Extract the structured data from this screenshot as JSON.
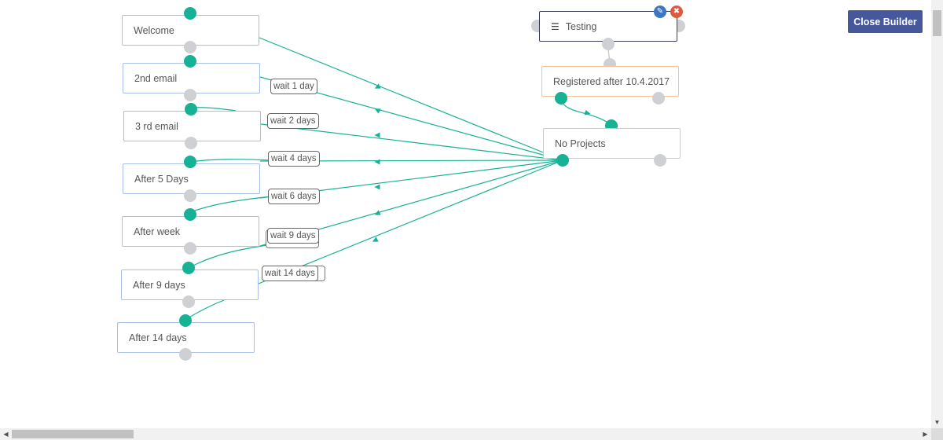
{
  "toolbar": {
    "close_label": "Close Builder"
  },
  "source_node": {
    "label": "Testing",
    "icon": "list-icon"
  },
  "filter_nodes": [
    {
      "label": "Registered after 10.4.2017"
    },
    {
      "label": "No Projects"
    }
  ],
  "email_nodes": [
    {
      "label": "Welcome"
    },
    {
      "label": "2nd email"
    },
    {
      "label": "3 rd email"
    },
    {
      "label": "After 5 Days"
    },
    {
      "label": "After week"
    },
    {
      "label": "After 9 days"
    },
    {
      "label": "After 14 days"
    }
  ],
  "wait_labels": [
    {
      "label": "wait 1 day"
    },
    {
      "label": "wait 2 days"
    },
    {
      "label": "wait 4 days"
    },
    {
      "label": "wait 6 days"
    },
    {
      "label": "wait 9 days"
    },
    {
      "label": "wait 14 days"
    }
  ],
  "colors": {
    "connector": "#17b196",
    "email_border": "#a9bde6",
    "filter_border": "#f7bf98",
    "button": "#46579b"
  }
}
